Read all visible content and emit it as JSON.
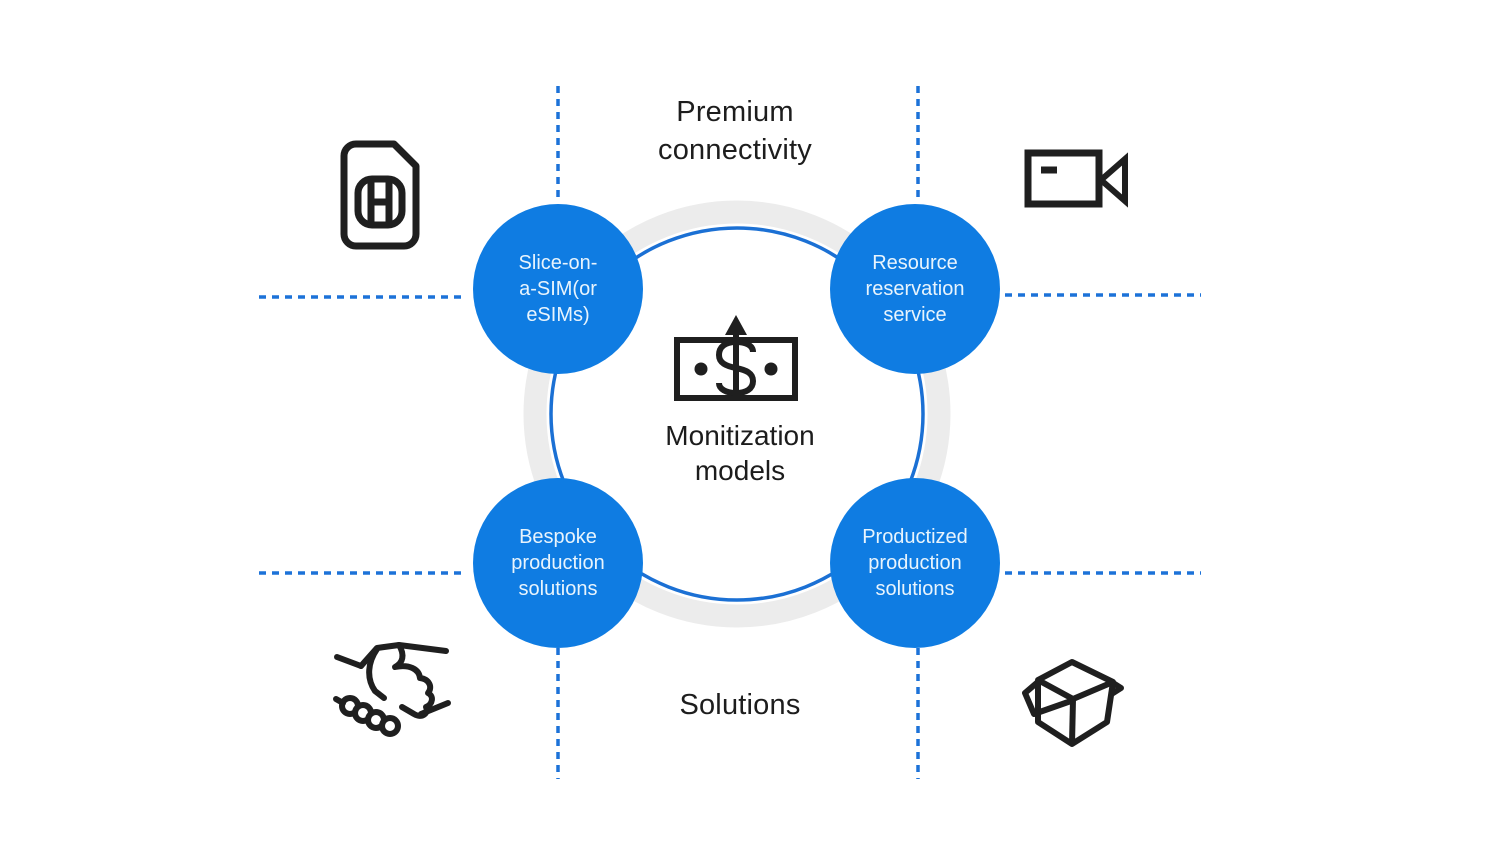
{
  "diagram": {
    "center_title": "Monitization\nmodels",
    "top_label": "Premium\nconnectivity",
    "bottom_label": "Solutions",
    "nodes": [
      {
        "id": "slice-on-a-sim",
        "position": "top-left",
        "label": "Slice-on-\na-SIM(or\neSIMs)"
      },
      {
        "id": "resource-reservation-service",
        "position": "top-right",
        "label": "Resource\nreservation\nservice"
      },
      {
        "id": "bespoke-production-solutions",
        "position": "bottom-left",
        "label": "Bespoke\nproduction\nsolutions"
      },
      {
        "id": "productized-production-solutions",
        "position": "bottom-right",
        "label": "Productized\nproduction\nsolutions"
      }
    ],
    "icons": [
      {
        "name": "sim-card-icon",
        "position": "top-left-outer"
      },
      {
        "name": "video-camera-icon",
        "position": "top-right-outer"
      },
      {
        "name": "money-arrow-icon",
        "position": "center"
      },
      {
        "name": "handshake-icon",
        "position": "bottom-left-outer"
      },
      {
        "name": "open-box-icon",
        "position": "bottom-right-outer"
      }
    ],
    "colors": {
      "node_fill": "#0f7ce2",
      "node_text": "#e8f4fd",
      "dashed_line": "#1c72d8",
      "ring_gray": "#ececec",
      "ring_blue": "#1b70d4",
      "heading_text": "#1d1d1d",
      "icon": "#1f1f1f",
      "background": "#ffffff"
    }
  }
}
